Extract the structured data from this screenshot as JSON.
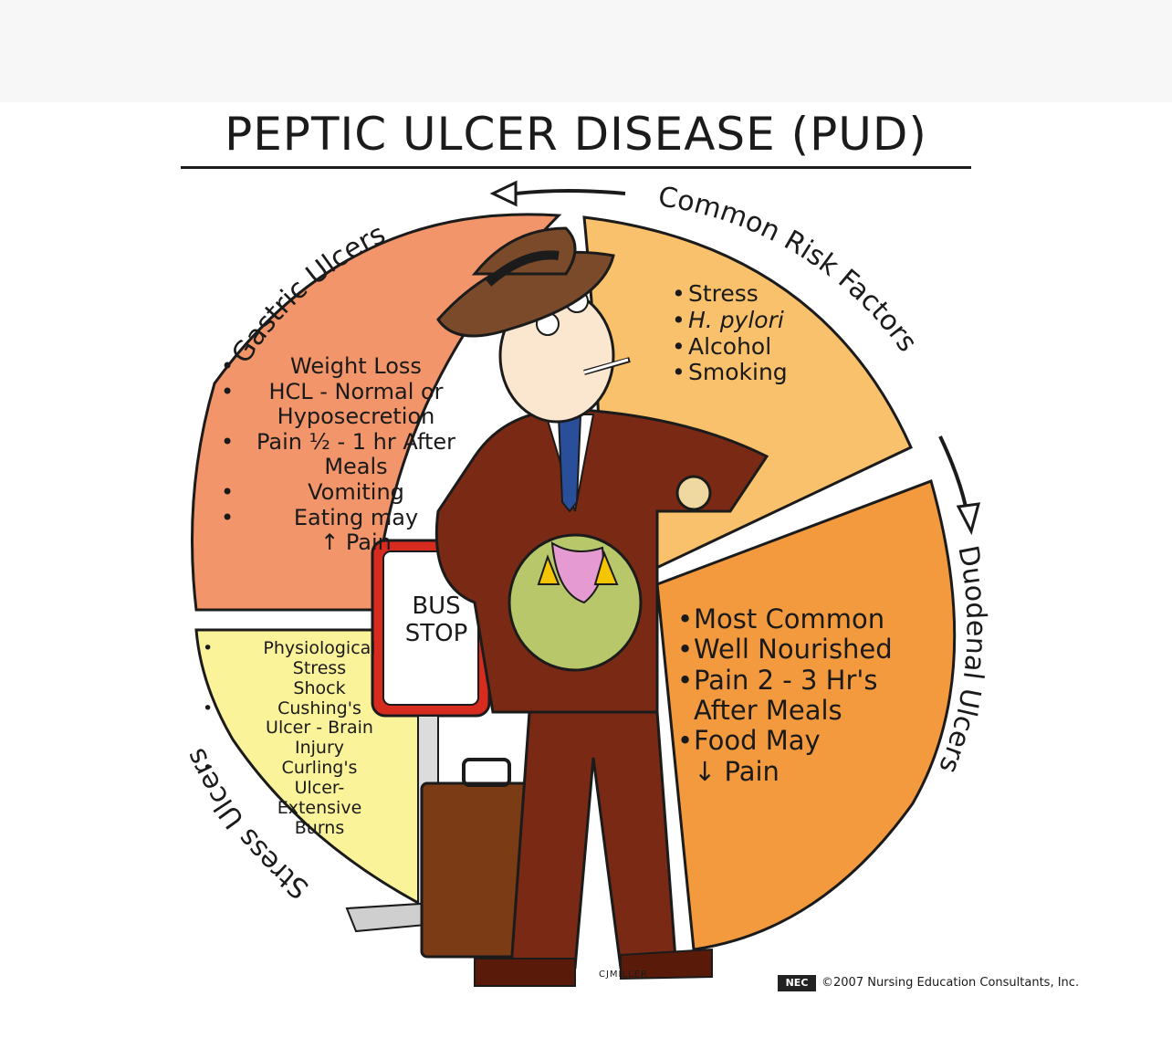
{
  "title": "PEPTIC ULCER DISEASE (PUD)",
  "sections": {
    "gastric": {
      "label": "Gastric Ulcers",
      "items": [
        "Weight Loss",
        "HCL - Normal or",
        "Hyposecretion",
        "Pain ½ - 1 hr After",
        "Meals",
        "Vomiting",
        "Eating may",
        "↑ Pain"
      ]
    },
    "risk": {
      "label": "Common Risk Factors",
      "items": [
        "Stress",
        "H. pylori",
        "Alcohol",
        "Smoking"
      ]
    },
    "duodenal": {
      "label": "Duodenal Ulcers",
      "items": [
        "Most Common",
        "Well Nourished",
        "Pain 2 - 3 Hr's",
        "After Meals",
        "Food May",
        "↓ Pain"
      ]
    },
    "stress": {
      "label": "Stress Ulcers",
      "items": [
        "Physiological",
        "Stress",
        "Shock",
        "Cushing's",
        "Ulcer - Brain",
        "Injury",
        "Curling's",
        "Ulcer-",
        "Extensive",
        "Burns"
      ]
    }
  },
  "bus_sign": {
    "line1": "BUS",
    "line2": "STOP"
  },
  "signature": "CJMILLER",
  "copyright": "©2007 Nursing Education Consultants, Inc.",
  "logo_text": "NEC",
  "colors": {
    "gastric": "#f2956a",
    "risk": "#f9c16b",
    "duodenal": "#f39a3e",
    "stress": "#fbf39a",
    "suit": "#7a2a14",
    "outline": "#1b1b1b"
  }
}
